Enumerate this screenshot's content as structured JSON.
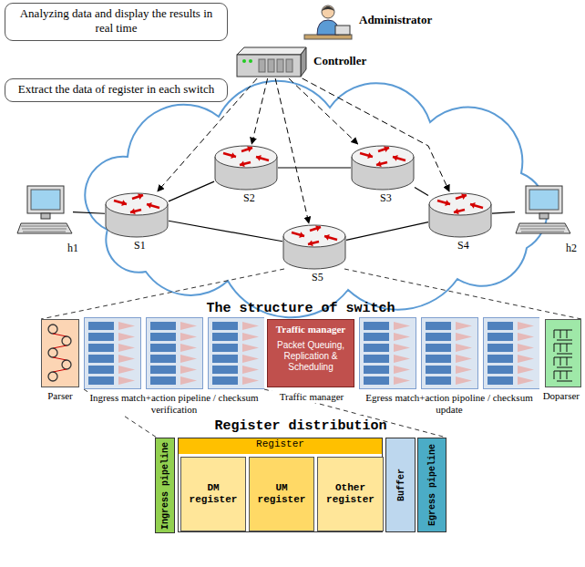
{
  "diagram": {
    "nodes": [
      {
        "text": [
          "Analyzing data and display the results in real time"
        ]
      },
      {
        "text": [
          "Administrator"
        ]
      },
      {
        "text": [
          "Controller"
        ]
      },
      {
        "text": [
          "Extract the data of register in each switch"
        ]
      },
      {
        "text": [
          "S2"
        ]
      },
      {
        "text": [
          "S3"
        ]
      },
      {
        "text": [
          "h1"
        ]
      },
      {
        "text": [
          "S1"
        ]
      },
      {
        "text": [
          "S4"
        ]
      },
      {
        "text": [
          "h2"
        ]
      },
      {
        "text": [
          "S5"
        ]
      },
      {
        "text": [
          "Parser"
        ]
      },
      {
        "text": [
          "Ingress match+action pipeline / checksum verification"
        ]
      },
      {
        "text": [
          "Traffic manager",
          "Packet Queuing, Replication & Scheduling",
          "Traffic manager"
        ]
      },
      {
        "text": [
          "Egress match+action pipoline / checksum update"
        ]
      },
      {
        "text": [
          "Doparser"
        ]
      },
      {
        "text": [
          "Ingress pipeline"
        ]
      },
      {
        "text": [
          "Register"
        ]
      },
      {
        "text": [
          "DM register"
        ],
        "in": 17
      },
      {
        "text": [
          "UM register"
        ],
        "in": 17
      },
      {
        "text": [
          "Other register"
        ],
        "in": 17
      },
      {
        "text": [
          "Buffer"
        ]
      },
      {
        "text": [
          "Egress pipeline"
        ]
      }
    ],
    "edges": [
      {
        "from": 2,
        "to": 7,
        "arrow": "to"
      },
      {
        "from": 2,
        "to": 4,
        "arrow": "to"
      },
      {
        "from": 2,
        "to": 5,
        "arrow": "to"
      },
      {
        "from": 2,
        "to": 8,
        "arrow": "to"
      },
      {
        "from": 2,
        "to": 10,
        "arrow": "to"
      },
      {
        "from": 6,
        "to": 7,
        "arrow": "none"
      },
      {
        "from": 7,
        "to": 4,
        "arrow": "none"
      },
      {
        "from": 4,
        "to": 5,
        "arrow": "none"
      },
      {
        "from": 5,
        "to": 8,
        "arrow": "none"
      },
      {
        "from": 7,
        "to": 10,
        "arrow": "none"
      },
      {
        "from": 10,
        "to": 8,
        "arrow": "none"
      },
      {
        "from": 8,
        "to": 9,
        "arrow": "none"
      }
    ],
    "labels": [
      "The structure of switch",
      "Register distribution"
    ]
  }
}
